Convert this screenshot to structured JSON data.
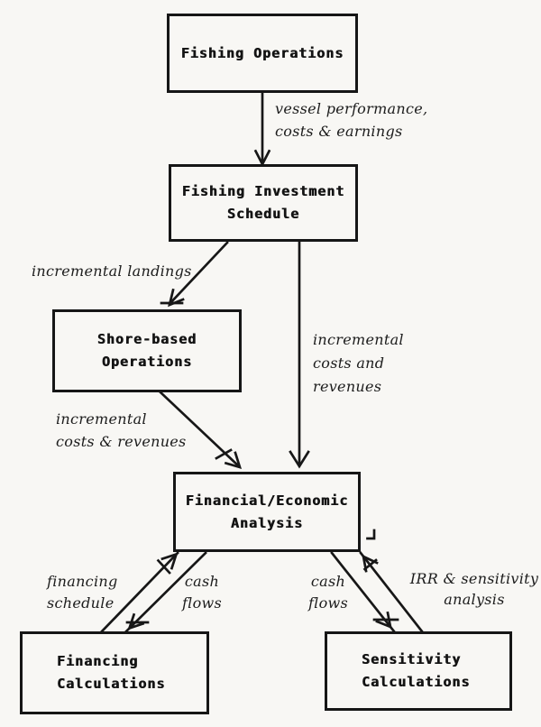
{
  "page": {
    "background": "#f8f7f4",
    "ink": "#171717",
    "description": "Scanned flowchart of fishery investment analysis model"
  },
  "nodes": {
    "fishing_operations": {
      "lines": [
        "Fishing Operations"
      ]
    },
    "fishing_investment_schedule": {
      "lines": [
        "Fishing Investment",
        "Schedule"
      ]
    },
    "shore_based_operations": {
      "lines": [
        "Shore-based",
        "Operations"
      ]
    },
    "financial_economic_analysis": {
      "lines": [
        "Financial/Economic",
        "Analysis"
      ]
    },
    "financing_calculations": {
      "lines": [
        "Financing",
        "Calculations"
      ]
    },
    "sensitivity_calculations": {
      "lines": [
        "Sensitivity",
        "Calculations"
      ]
    }
  },
  "edge_labels": {
    "vessel_performance": {
      "lines": [
        "vessel performance,",
        "costs & earnings"
      ]
    },
    "incremental_landings": {
      "lines": [
        "incremental landings"
      ]
    },
    "incremental_costs_and_revenues": {
      "lines": [
        "incremental",
        "costs and",
        "revenues"
      ]
    },
    "incremental_costs_revenues": {
      "lines": [
        "incremental",
        "costs & revenues"
      ]
    },
    "financing_schedule": {
      "lines": [
        "financing",
        "schedule"
      ]
    },
    "cash_flows_left": {
      "lines": [
        "cash",
        "flows"
      ]
    },
    "cash_flows_right": {
      "lines": [
        "cash",
        "flows"
      ]
    },
    "irr_sensitivity_analysis": {
      "lines": [
        "IRR & sensitivity",
        "analysis"
      ]
    }
  }
}
